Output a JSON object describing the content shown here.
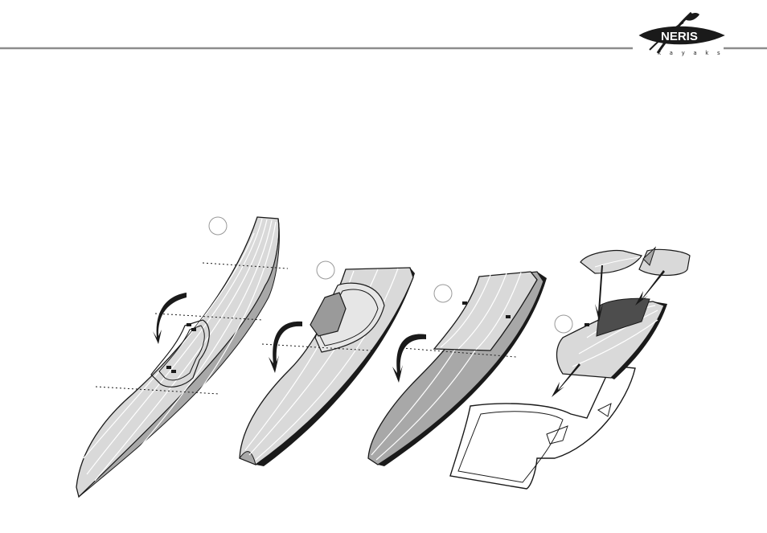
{
  "header": {
    "rule_color": "#8c8c8c",
    "brand": {
      "name": "NERIS",
      "subtitle": "k a y a k s"
    }
  },
  "steps": [
    {
      "number": "",
      "icon": "unfolded-kayak-skin"
    },
    {
      "number": "",
      "icon": "first-fold-kayak-skin"
    },
    {
      "number": "",
      "icon": "second-fold-kayak-skin"
    },
    {
      "number": "",
      "icon": "packing-into-bag"
    }
  ],
  "colors": {
    "hull_fill": "#d9d9d9",
    "hull_dark": "#a8a8a8",
    "seat_fill": "#9a9a9a",
    "outline": "#1a1a1a",
    "stripe": "#ffffff"
  }
}
